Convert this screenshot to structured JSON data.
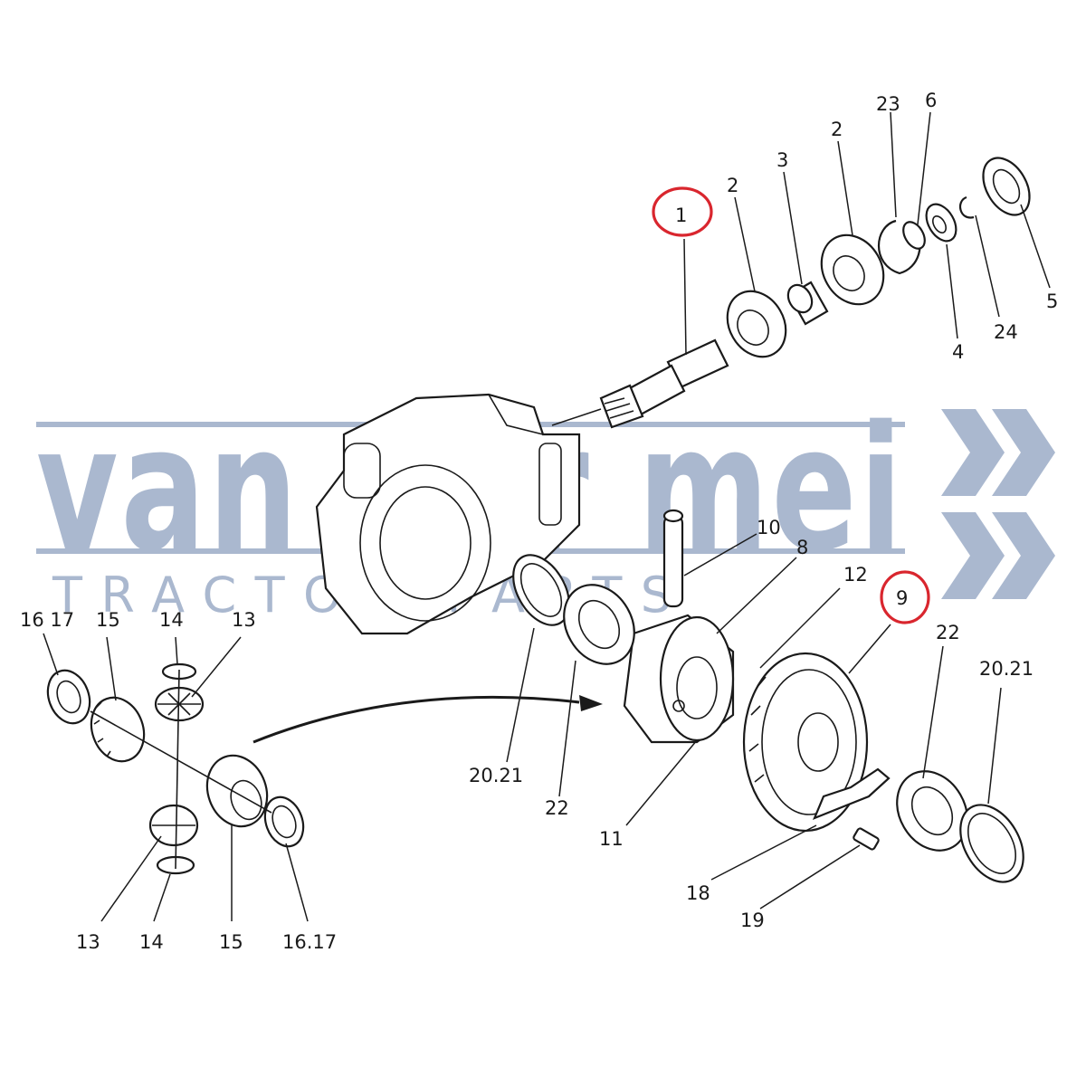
{
  "watermark": {
    "brand": "van der mei",
    "tagline": "TRACTOR PARTS",
    "color": "#aab8cf"
  },
  "highlight_color": "#d9262e",
  "callouts": {
    "c1": "1",
    "c2a": "2",
    "c2b": "2",
    "c3": "3",
    "c23": "23",
    "c6": "6",
    "c4": "4",
    "c24": "24",
    "c5": "5",
    "c10": "10",
    "c8": "8",
    "c12": "12",
    "c9": "9",
    "c22a": "22",
    "c2021a": "20.21",
    "c22b": "22",
    "c2021b": "20.21",
    "c11": "11",
    "c18": "18",
    "c19": "19",
    "c1617a": "16 17",
    "c15a": "15",
    "c14a": "14",
    "c13a": "13",
    "c13b": "13",
    "c14b": "14",
    "c15b": "15",
    "c1617b": "16.17"
  },
  "highlighted_callouts": [
    "1",
    "9"
  ]
}
